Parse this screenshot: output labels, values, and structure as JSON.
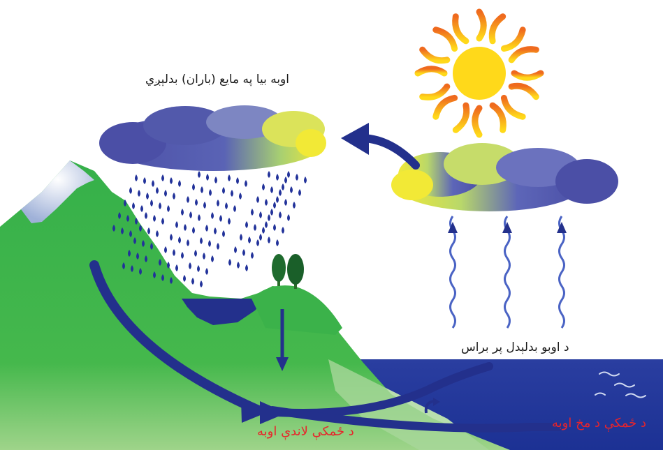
{
  "labels": {
    "condensation": "اوبه بیا په مایع (باران) بدلېږي",
    "evaporation": "د اوبو بدلېدل پر براس",
    "groundwater": "د ځمکې لاندې اوبه",
    "surface_water": "د ځمکې د مخ اوبه"
  },
  "colors": {
    "arrow": "#23308c",
    "land": "#3fb54a",
    "sea": "#22379a",
    "sun_core": "#ffd91a",
    "sun_ray": "#ef6a1e",
    "cloud_dark": "#4b4fa6",
    "cloud_light": "#f2e936",
    "label_red": "#e8242b"
  },
  "icons": [
    "sun-icon",
    "cloud-icon",
    "rain-icon",
    "tree-icon",
    "wave-icon",
    "arrow-icon"
  ]
}
